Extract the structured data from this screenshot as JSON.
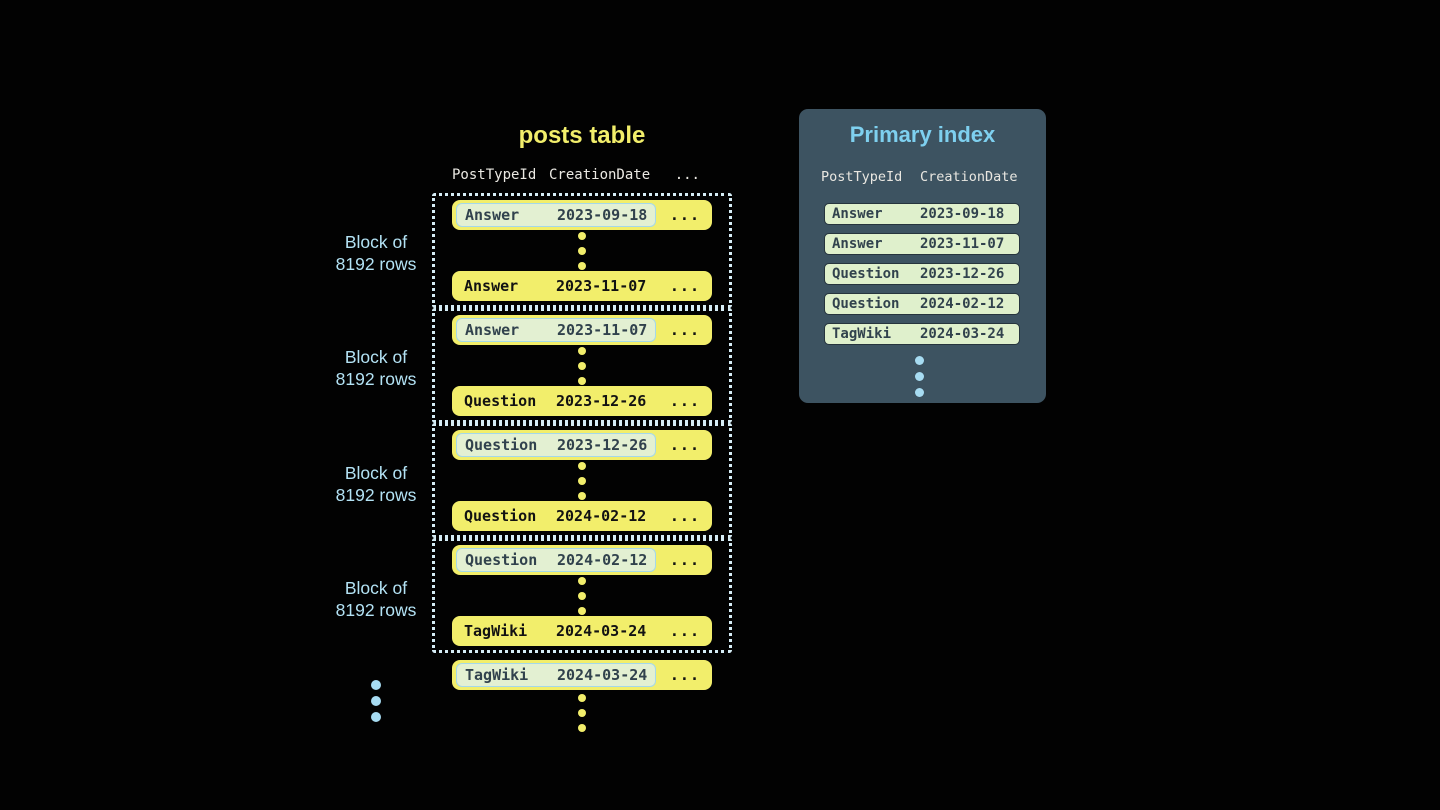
{
  "colors": {
    "background": "#020202",
    "row_yellow": "#f2ee6b",
    "row_text": "#121212",
    "highlight_bg": "#e3f0d2",
    "highlight_border": "#a4d8ea",
    "highlight_text": "#31424d",
    "block_border": "#d6edf6",
    "block_label_blue": "#b3e2f4",
    "panel_bg": "#3d5361",
    "panel_title_blue": "#7ed0ef",
    "index_row_bg": "#dff0cc",
    "header_text": "#ebe9e3",
    "posts_title_yellow": "#f2ee6b"
  },
  "posts_table": {
    "title": "posts table",
    "headers": [
      "PostTypeId",
      "CreationDate",
      "..."
    ],
    "block_label": {
      "line1": "Block of",
      "line2": "8192 rows"
    },
    "row_more": "...",
    "blocks": [
      {
        "first": {
          "type": "Answer",
          "date": "2023-09-18"
        },
        "last": {
          "type": "Answer",
          "date": "2023-11-07"
        }
      },
      {
        "first": {
          "type": "Answer",
          "date": "2023-11-07"
        },
        "last": {
          "type": "Question",
          "date": "2023-12-26"
        }
      },
      {
        "first": {
          "type": "Question",
          "date": "2023-12-26"
        },
        "last": {
          "type": "Question",
          "date": "2024-02-12"
        }
      },
      {
        "first": {
          "type": "Question",
          "date": "2024-02-12"
        },
        "last": {
          "type": "TagWiki",
          "date": "2024-03-24"
        }
      }
    ],
    "overflow_row": {
      "type": "TagWiki",
      "date": "2024-03-24"
    }
  },
  "primary_index": {
    "title": "Primary index",
    "headers": [
      "PostTypeId",
      "CreationDate"
    ],
    "rows": [
      {
        "type": "Answer",
        "date": "2023-09-18"
      },
      {
        "type": "Answer",
        "date": "2023-11-07"
      },
      {
        "type": "Question",
        "date": "2023-12-26"
      },
      {
        "type": "Question",
        "date": "2024-02-12"
      },
      {
        "type": "TagWiki",
        "date": "2024-03-24"
      }
    ]
  }
}
